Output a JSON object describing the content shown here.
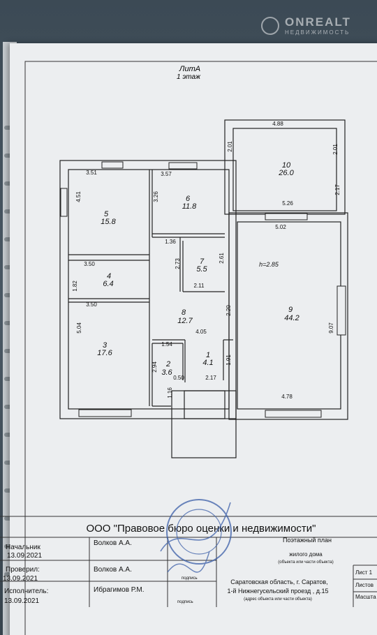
{
  "watermark": {
    "brand": "ONREALT",
    "sub": "НЕДВИЖИМОСТЬ"
  },
  "plan": {
    "title": "ЛитА",
    "subtitle": "1 этаж",
    "height_note": "h=2.85",
    "rooms": [
      {
        "num": "5",
        "area": "15.8"
      },
      {
        "num": "6",
        "area": "11.8"
      },
      {
        "num": "4",
        "area": "6.4"
      },
      {
        "num": "7",
        "area": "5.5"
      },
      {
        "num": "8",
        "area": "12.7"
      },
      {
        "num": "3",
        "area": "17.6"
      },
      {
        "num": "2",
        "area": "3.6"
      },
      {
        "num": "1",
        "area": "4.1"
      },
      {
        "num": "9",
        "area": "44.2"
      },
      {
        "num": "10",
        "area": "26.0"
      }
    ],
    "dims": [
      "4.88",
      "2.01",
      "2.01",
      "2.17",
      "5.26",
      "3.51",
      "4.51",
      "3.57",
      "3.26",
      "1.36",
      "2.73",
      "2.61",
      "2.11",
      "3.50",
      "1.82",
      "3.50",
      "5.04",
      "4.05",
      "2.20",
      "5.02",
      "9.07",
      "1.54",
      "2.94",
      "0.50",
      "2.17",
      "1.91",
      "1.16",
      "4.78"
    ]
  },
  "stamp": {
    "company": "ООО \"Правовое бюро оценки и недвижимости\"",
    "rows": [
      {
        "role": "Начальник",
        "date": "13.09.2021",
        "name": "Волков А.А."
      },
      {
        "role": "Проверил:",
        "date": "13.09.2021",
        "name": "Волков А.А."
      },
      {
        "role": "Исполнитель:",
        "date": "13.09.2021",
        "name": "Ибрагимов Р.М."
      }
    ],
    "doc_title": "Поэтажный план",
    "doc_object": "жилого дома",
    "doc_object_note": "(объекта или части объекта)",
    "address_line1": "Саратовская область, г. Саратов,",
    "address_line2": "1-й Нижнегусельский проезд , д.15",
    "address_note": "(адрес объекта или части объекта)",
    "sheet": "Лист 1",
    "sheets": "Листов",
    "scale": "Масшта",
    "sign_label": "подпись"
  }
}
